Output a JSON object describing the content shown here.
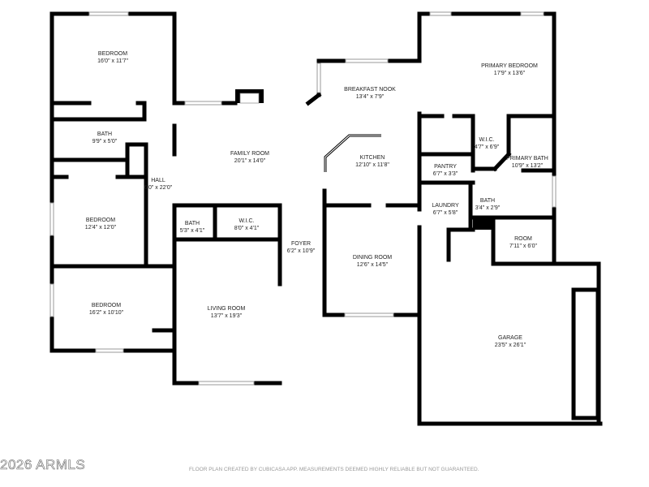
{
  "rooms": [
    {
      "name": "BEDROOM",
      "dims": "16'0\" x 11'7\""
    },
    {
      "name": "BATH",
      "dims": "9'9\" x 5'0\""
    },
    {
      "name": "HALL",
      "dims": "6'0\" x 22'0\""
    },
    {
      "name": "BEDROOM",
      "dims": "12'4\" x 12'0\""
    },
    {
      "name": "BEDROOM",
      "dims": "16'2\" x 10'10\""
    },
    {
      "name": "FAMILY ROOM",
      "dims": "20'1\" x 14'0\""
    },
    {
      "name": "BATH",
      "dims": "5'3\" x 4'1\""
    },
    {
      "name": "W.I.C.",
      "dims": "8'0\" x 4'1\""
    },
    {
      "name": "LIVING ROOM",
      "dims": "13'7\" x 19'3\""
    },
    {
      "name": "FOYER",
      "dims": "6'2\" x 10'9\""
    },
    {
      "name": "BREAKFAST NOOK",
      "dims": "13'4\" x 7'9\""
    },
    {
      "name": "KITCHEN",
      "dims": "12'10\" x 11'8\""
    },
    {
      "name": "DINING ROOM",
      "dims": "12'6\" x 14'5\""
    },
    {
      "name": "PRIMARY BEDROOM",
      "dims": "17'9\" x 13'6\""
    },
    {
      "name": "W.I.C.",
      "dims": "4'7\" x 6'9\""
    },
    {
      "name": "PRIMARY BATH",
      "dims": "10'9\" x 13'2\""
    },
    {
      "name": "PANTRY",
      "dims": "6'7\" x 3'3\""
    },
    {
      "name": "LAUNDRY",
      "dims": "6'7\" x 5'8\""
    },
    {
      "name": "BATH",
      "dims": "3'4\" x 2'9\""
    },
    {
      "name": "ROOM",
      "dims": "7'11\" x 6'0\""
    },
    {
      "name": "GARAGE",
      "dims": "23'5\" x 26'1\""
    }
  ],
  "watermark": "2026 ARMLS",
  "disclaimer": "FLOOR PLAN CREATED BY CUBICASA APP. MEASUREMENTS DEEMED HIGHLY RELIABLE BUT NOT GUARANTEED."
}
